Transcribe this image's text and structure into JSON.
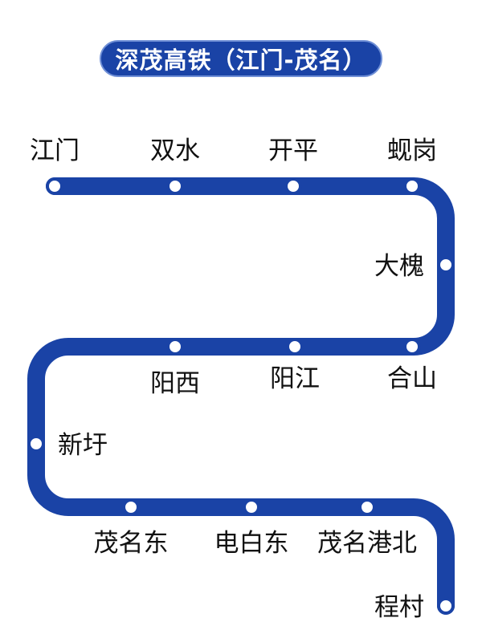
{
  "title": "深茂高铁（江门-茂名）",
  "line_color": "#1a43a6",
  "stations": [
    {
      "name": "江门"
    },
    {
      "name": "双水"
    },
    {
      "name": "开平"
    },
    {
      "name": "蚬岗"
    },
    {
      "name": "大槐"
    },
    {
      "name": "合山"
    },
    {
      "name": "阳江"
    },
    {
      "name": "阳西"
    },
    {
      "name": "新圩"
    },
    {
      "name": "茂名东"
    },
    {
      "name": "电白东"
    },
    {
      "name": "茂名港北"
    },
    {
      "name": "程村"
    }
  ]
}
